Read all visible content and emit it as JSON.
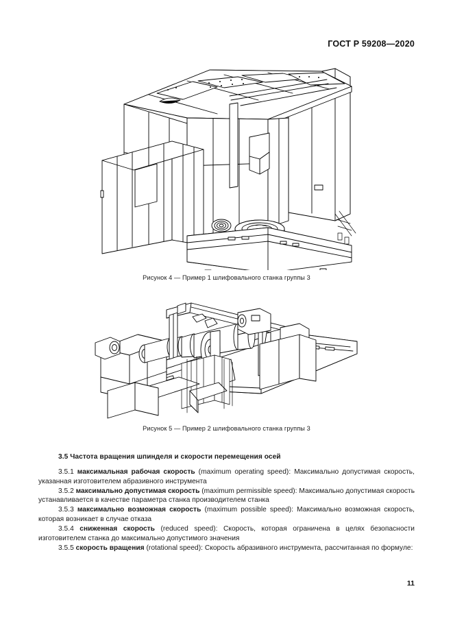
{
  "document": {
    "header": "ГОСТ Р 59208—2020",
    "page_number": "11"
  },
  "figures": [
    {
      "id": "figure-4",
      "caption": "Рисунок 4 — Пример 1 шлифовального станка группы 3",
      "description": "Изометрический чертёж шлифовального станка с ограждением, поворотным столом и шлифовальным кругом"
    },
    {
      "id": "figure-5",
      "caption": "Рисунок 5 — Пример 2 шлифовального станка группы 3",
      "description": "Изометрический чертёж круглошлифовального станка с направляющими, бабкой и шлифовальным кругом"
    }
  ],
  "section": {
    "number": "3.5",
    "title": "3.5 Частота вращения шпинделя и скорости перемещения осей",
    "terms": [
      {
        "number": "3.5.1",
        "term": "максимальная рабочая  скорость",
        "english": "(maximum  operating  speed):",
        "definition": "Максимально  допустимая скорость, указанная изготовителем абразивного инструмента"
      },
      {
        "number": "3.5.2",
        "term": "максимально допустимая скорость",
        "english": "(maximum permissible speed):",
        "definition": "Максимально допусти­мая скорость устанавливается в качестве параметра станка производителем станка"
      },
      {
        "number": "3.5.3",
        "term": "максимально  возможная  скорость",
        "english": "(maximum  possible  speed):",
        "definition": "Максимально  возможная скорость, которая возникает в случае отказа"
      },
      {
        "number": "3.5.4",
        "term": "сниженная скорость",
        "english": "(reduced speed):",
        "definition": "Скорость, которая ограничена в целях безопасности изготовителем станка до максимально допустимого значения"
      },
      {
        "number": "3.5.5",
        "term": "скорость вращения",
        "english": "(rotational speed):",
        "definition": "Скорость абразивного инструмента, рассчитанная по формуле:"
      }
    ]
  },
  "colors": {
    "text": "#1a1a1a",
    "line_art": "#000000",
    "background": "#ffffff"
  }
}
